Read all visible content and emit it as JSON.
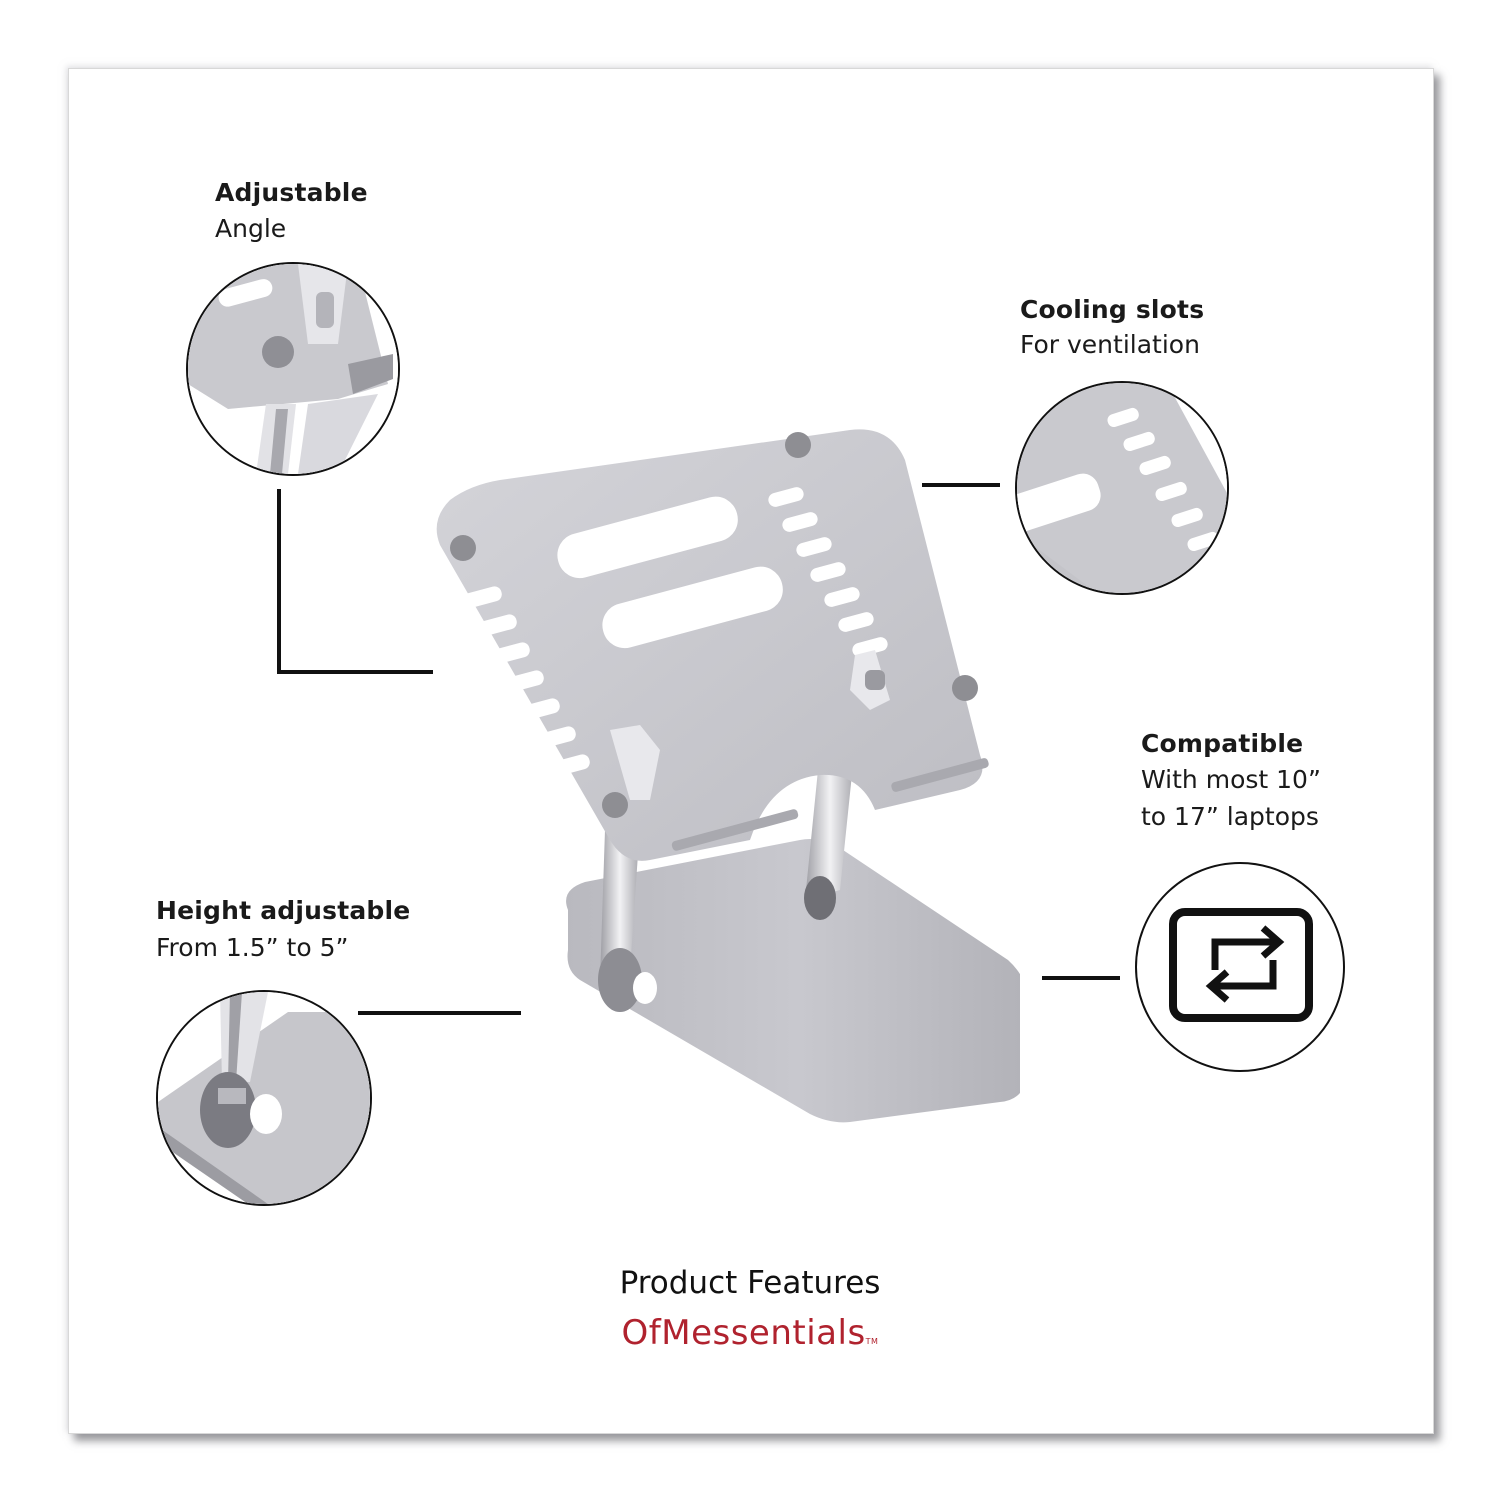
{
  "features": {
    "angle": {
      "title": "Adjustable",
      "subtitle": "Angle",
      "icon": "hinge-closeup-image"
    },
    "cooling": {
      "title": "Cooling slots",
      "subtitle": "For ventilation",
      "icon": "vent-slots-closeup-image"
    },
    "compatible": {
      "title": "Compatible",
      "subtitle_line1": "With most 10”",
      "subtitle_line2": "to 17” laptops",
      "icon": "screen-swap-icon"
    },
    "height": {
      "title": "Height adjustable",
      "subtitle": "From 1.5” to 5”",
      "icon": "base-hinge-closeup-image"
    }
  },
  "footer": {
    "title": "Product Features",
    "brand": "OfMessentials",
    "brand_tm": "TM"
  },
  "colors": {
    "brand": "#b0222e",
    "text": "#1a1a1a",
    "metal": "#c8c8cd",
    "metal_dark": "#8e8e93"
  }
}
